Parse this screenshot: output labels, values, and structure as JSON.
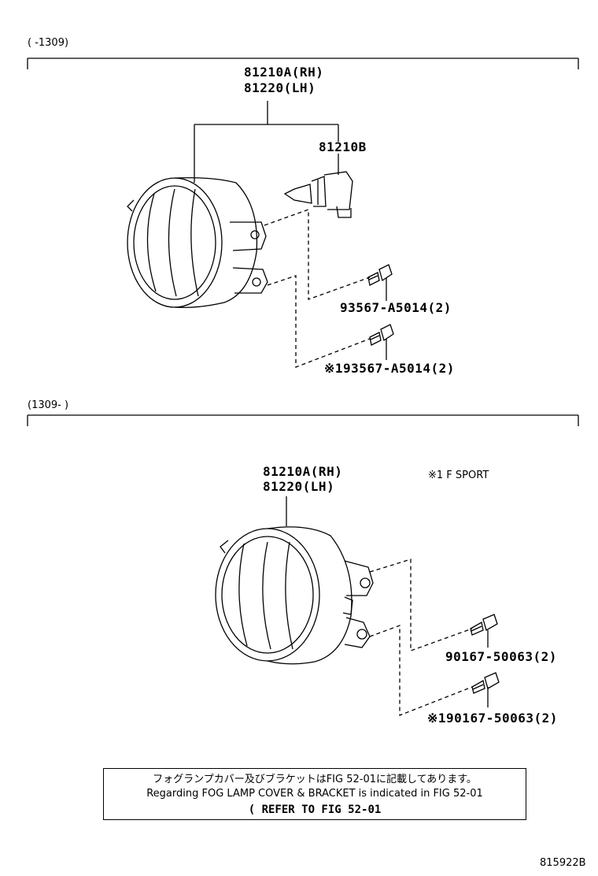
{
  "section1": {
    "range": "(    -1309)",
    "part_assembly_rh": "81210A(RH)",
    "part_assembly_lh": "81220(LH)",
    "part_bulb": "81210B",
    "part_screw_a": "93567-A5014(2)",
    "part_screw_b": "※193567-A5014(2)"
  },
  "section2": {
    "range": "(1309-    )",
    "part_assembly_rh": "81210A(RH)",
    "part_assembly_lh": "81220(LH)",
    "footnote": "※1 F SPORT",
    "part_bolt_a": "90167-50063(2)",
    "part_bolt_b": "※190167-50063(2)"
  },
  "note": {
    "line_jp": "フォグランプカバー及びブラケットはFIG 52-01に記載してあります。",
    "line_en": "Regarding FOG LAMP COVER & BRACKET is indicated in FIG 52-01",
    "line_ref_paren": "(",
    "line_ref": "REFER TO FIG 52-01"
  },
  "figure_id": "815922B"
}
